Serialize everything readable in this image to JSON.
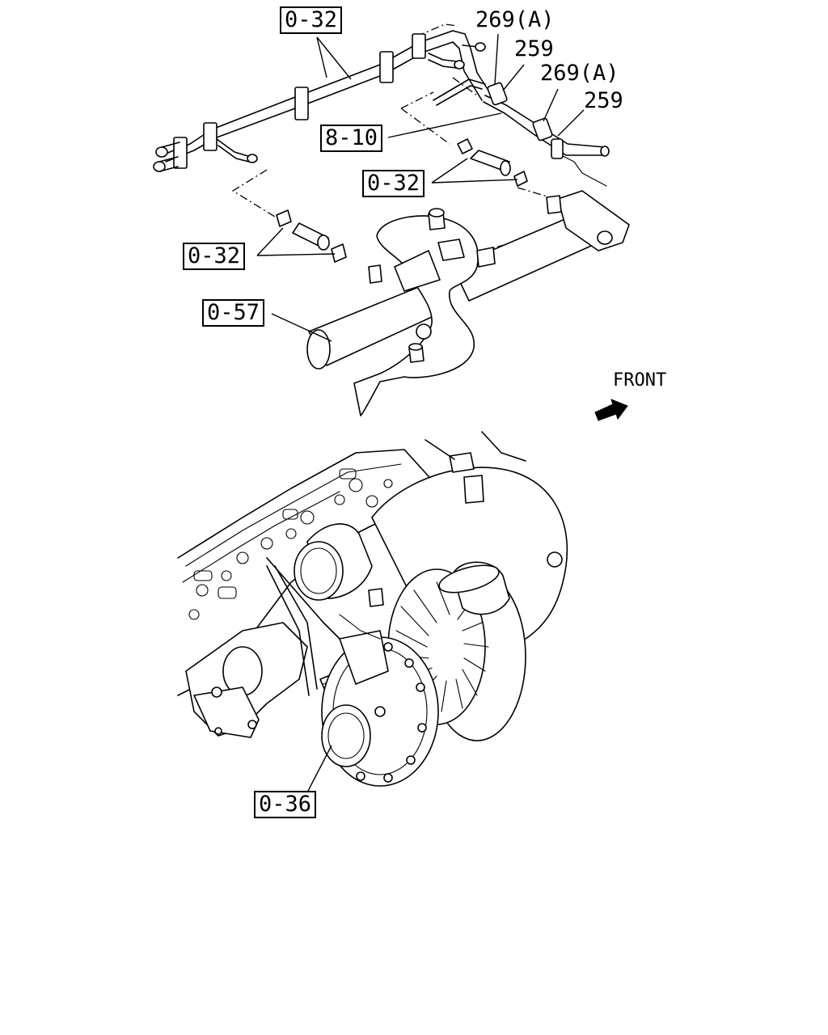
{
  "callouts": {
    "c_0_32_top": "0-32",
    "c_269a_1": "269(A)",
    "c_259_1": "259",
    "c_269a_2": "269(A)",
    "c_259_2": "259",
    "c_8_10": "8-10",
    "c_0_32_mid": "0-32",
    "c_0_32_left": "0-32",
    "c_0_57": "0-57",
    "c_0_36": "0-36"
  },
  "orientation": {
    "label": "FRONT"
  }
}
